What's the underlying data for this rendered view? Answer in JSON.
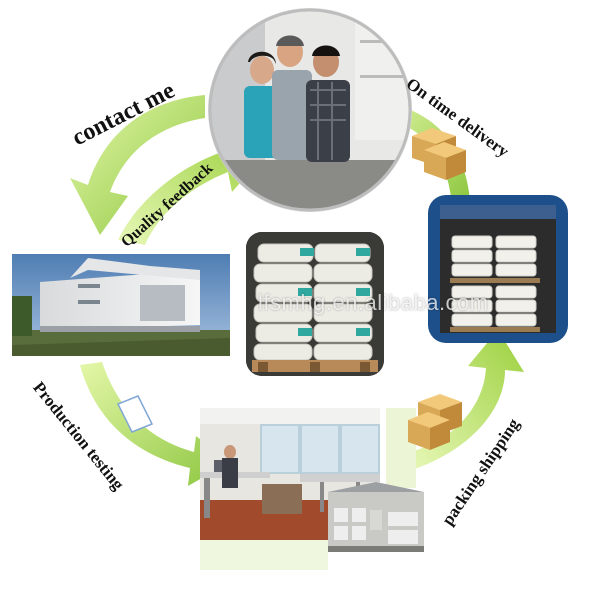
{
  "labels": {
    "contact": "contact me",
    "quality": "Quality feedback",
    "delivery": "On time delivery",
    "production": "Production testing",
    "packing": "packing shipping"
  },
  "watermark": "lfsmhg.en.alibaba.com",
  "colors": {
    "arrow_green": "#a4d43a",
    "arrow_green_light": "#d9f39a",
    "sky_blue": "#6f95c2",
    "bag_white": "#eceae2",
    "bag_teal": "#2fa8a0",
    "pallet_wood": "#b88a5a",
    "box_cardboard": "#d9a856",
    "container_blue": "#1d4f8a"
  },
  "icons": [
    "cardboard-box-icon",
    "cardboard-box-icon"
  ]
}
